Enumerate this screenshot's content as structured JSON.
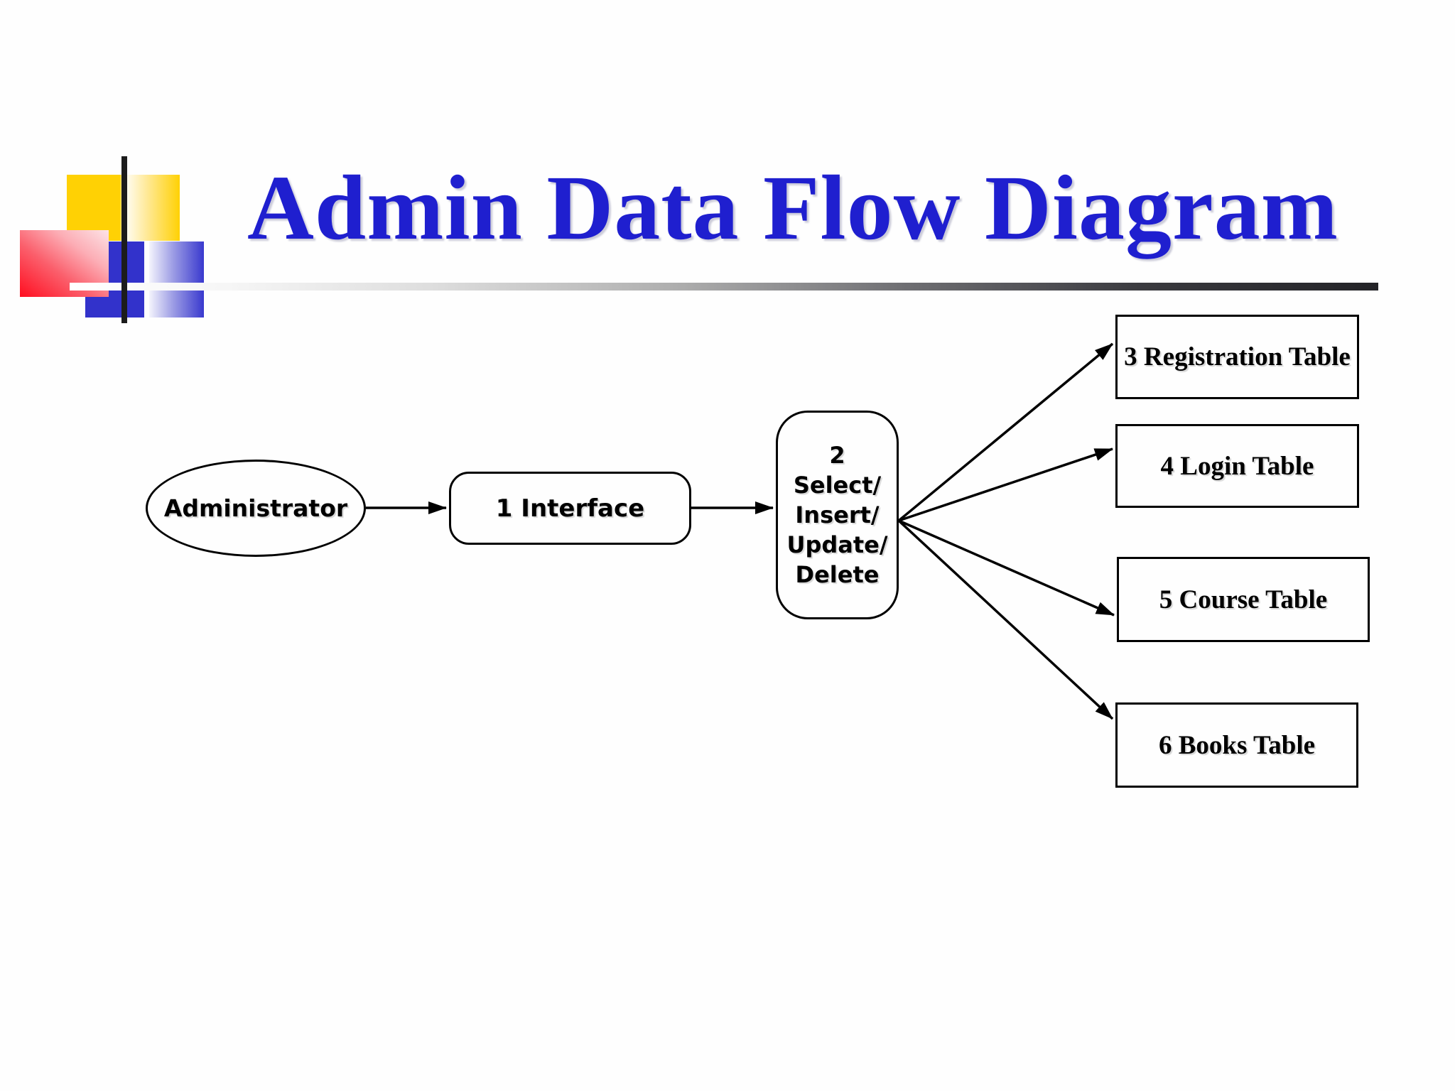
{
  "slide": {
    "title": "Admin Data Flow Diagram"
  },
  "colors": {
    "title_blue": "#1F1FCF",
    "diagram_stroke": "#000000",
    "background": "#FEFEFE",
    "logo_yellow": "#FFD104",
    "logo_red": "#FF0E20",
    "logo_blue": "#3232CB",
    "logo_bar_black": "#1C1C1C",
    "divider_dark_end": "#232327"
  },
  "diagram": {
    "external_entity": {
      "label": "Administrator",
      "shape": "ellipse"
    },
    "process_interface": {
      "label": "1 Interface",
      "shape": "rounded-rectangle"
    },
    "process_crud": {
      "shape": "rounded-rectangle",
      "lines": [
        "2",
        "Select/",
        "Insert/",
        "Update/",
        "Delete"
      ]
    },
    "data_stores": [
      {
        "label": "3 Registration Table"
      },
      {
        "label": "4 Login Table"
      },
      {
        "label": "5 Course Table"
      },
      {
        "label": "6 Books Table"
      }
    ],
    "flows": [
      {
        "from": "Administrator",
        "to": "1 Interface"
      },
      {
        "from": "1 Interface",
        "to": "2 Select/Insert/Update/Delete"
      },
      {
        "from": "2 Select/Insert/Update/Delete",
        "to": "3 Registration Table"
      },
      {
        "from": "2 Select/Insert/Update/Delete",
        "to": "4 Login Table"
      },
      {
        "from": "2 Select/Insert/Update/Delete",
        "to": "5 Course Table"
      },
      {
        "from": "2 Select/Insert/Update/Delete",
        "to": "6 Books Table"
      }
    ]
  }
}
